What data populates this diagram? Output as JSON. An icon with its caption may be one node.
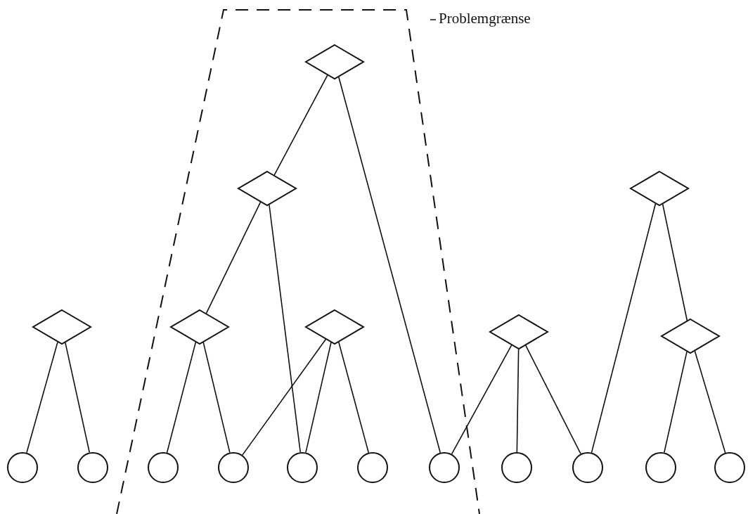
{
  "diagram": {
    "nodes": [
      {
        "text": [],
        "shape": "diamond"
      },
      {
        "text": [],
        "shape": "diamond"
      },
      {
        "text": [],
        "shape": "diamond"
      },
      {
        "text": [],
        "shape": "diamond"
      },
      {
        "text": [],
        "shape": "diamond"
      },
      {
        "text": [],
        "shape": "diamond"
      },
      {
        "text": [],
        "shape": "diamond"
      },
      {
        "text": [],
        "shape": "diamond"
      },
      {
        "text": [],
        "shape": "circle"
      },
      {
        "text": [],
        "shape": "circle"
      },
      {
        "text": [],
        "shape": "circle"
      },
      {
        "text": [],
        "shape": "circle"
      },
      {
        "text": [],
        "shape": "circle"
      },
      {
        "text": [],
        "shape": "circle"
      },
      {
        "text": [],
        "shape": "circle"
      },
      {
        "text": [],
        "shape": "circle"
      },
      {
        "text": [],
        "shape": "circle"
      },
      {
        "text": [],
        "shape": "circle"
      },
      {
        "text": [],
        "shape": "circle"
      }
    ],
    "edges": [
      {
        "from": 0,
        "to": 1,
        "arrow": "none"
      },
      {
        "from": 0,
        "to": 14,
        "arrow": "none"
      },
      {
        "from": 1,
        "to": 4,
        "arrow": "none"
      },
      {
        "from": 1,
        "to": 12,
        "arrow": "none"
      },
      {
        "from": 2,
        "to": 16,
        "arrow": "none"
      },
      {
        "from": 2,
        "to": 7,
        "arrow": "none"
      },
      {
        "from": 3,
        "to": 8,
        "arrow": "none"
      },
      {
        "from": 3,
        "to": 9,
        "arrow": "none"
      },
      {
        "from": 4,
        "to": 10,
        "arrow": "none"
      },
      {
        "from": 4,
        "to": 11,
        "arrow": "none"
      },
      {
        "from": 5,
        "to": 11,
        "arrow": "none"
      },
      {
        "from": 5,
        "to": 12,
        "arrow": "none"
      },
      {
        "from": 5,
        "to": 13,
        "arrow": "none"
      },
      {
        "from": 6,
        "to": 14,
        "arrow": "none"
      },
      {
        "from": 6,
        "to": 15,
        "arrow": "none"
      },
      {
        "from": 6,
        "to": 16,
        "arrow": "none"
      },
      {
        "from": 7,
        "to": 17,
        "arrow": "none"
      },
      {
        "from": 7,
        "to": 18,
        "arrow": "none"
      }
    ],
    "labels": [
      "Problemgrænse"
    ]
  }
}
